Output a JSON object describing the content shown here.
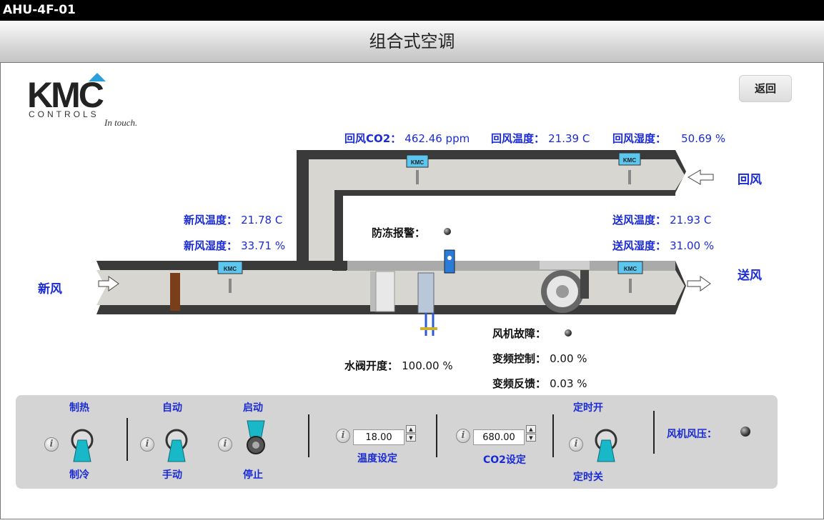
{
  "window": {
    "title": "AHU-4F-01"
  },
  "header": {
    "title": "组合式空调"
  },
  "back_button": {
    "label": "返回"
  },
  "logo": {
    "text": "KMC",
    "sub": "CONTROLS",
    "tagline": "In touch."
  },
  "return_air": {
    "co2_label": "回风CO2：",
    "co2_value": "462.46 ppm",
    "temp_label": "回风温度：",
    "temp_value": "21.39 C",
    "hum_label": "回风湿度：",
    "hum_value": "50.69 %",
    "flow_label": "回风"
  },
  "fresh_air": {
    "temp_label": "新风温度：",
    "temp_value": "21.78 C",
    "hum_label": "新风湿度：",
    "hum_value": "33.71 %",
    "flow_label": "新风"
  },
  "supply_air": {
    "temp_label": "送风温度：",
    "temp_value": "21.93 C",
    "hum_label": "送风湿度：",
    "hum_value": "31.00 %",
    "flow_label": "送风"
  },
  "alarms": {
    "freeze_label": "防冻报警：",
    "fan_fault_label": "风机故障：",
    "fan_pressure_label": "风机风压："
  },
  "vfd": {
    "control_label": "变频控制：",
    "control_value": "0.00 %",
    "feedback_label": "变频反馈：",
    "feedback_value": "0.03 %"
  },
  "valve": {
    "label": "水阀开度：",
    "value": "100.00 %"
  },
  "sensor_tag": "KMC",
  "controls": {
    "heat_label": "制热",
    "cool_label": "制冷",
    "auto_label": "自动",
    "manual_label": "手动",
    "start_label": "启动",
    "stop_label": "停止",
    "temp_setpoint": "18.00",
    "temp_setpoint_label": "温度设定",
    "co2_setpoint": "680.00",
    "co2_setpoint_label": "CO2设定",
    "timer_on_label": "定时开",
    "timer_off_label": "定时关",
    "info_glyph": "i"
  },
  "colors": {
    "label_blue": "#1a2bd6",
    "toggle_cyan": "#19b8c9",
    "duct": "#d8d6d0"
  }
}
